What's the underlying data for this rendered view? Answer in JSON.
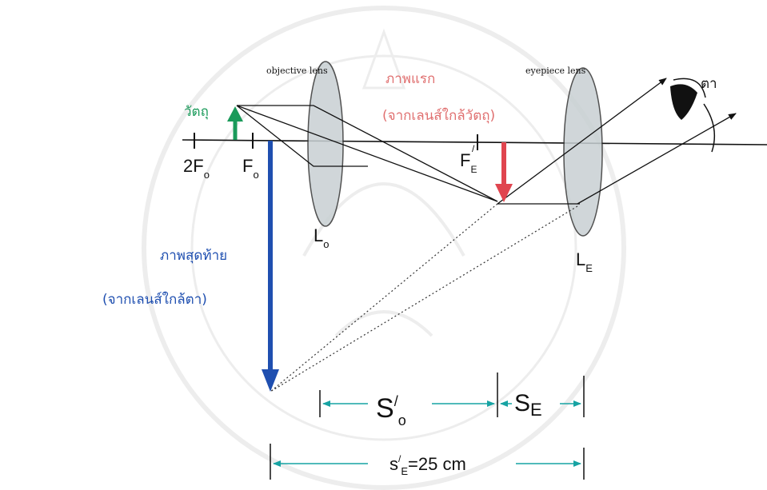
{
  "labels": {
    "objective_lens": "objective lens",
    "eyepiece_lens": "eyepiece lens",
    "object": "วัตถุ",
    "first_image": "ภาพแรก",
    "first_image_note": "(จากเลนส์ใกล้วัตถุ)",
    "final_image": "ภาพสุดท้าย",
    "final_image_note": "(จากเลนส์ใกล้ตา)",
    "eye": "ตา",
    "two_f_o": "2F",
    "f_o": "F",
    "f_e": "F",
    "l_o": "L",
    "l_e": "L",
    "sub_o": "o",
    "sub_e": "E",
    "prime": "/",
    "s_o_prime": "S",
    "s_e": "S",
    "s_e_prime_distance": "s",
    "s_e_prime_value": "=25 cm"
  },
  "colors": {
    "object_arrow": "#1a9a5a",
    "first_image_arrow": "#e0454f",
    "final_image_arrow": "#1f4fb0",
    "first_image_text": "#e07070",
    "dimension_lines": "#17a3a3",
    "lens_fill": "#c8d0d3",
    "watermark": "#ececec"
  }
}
